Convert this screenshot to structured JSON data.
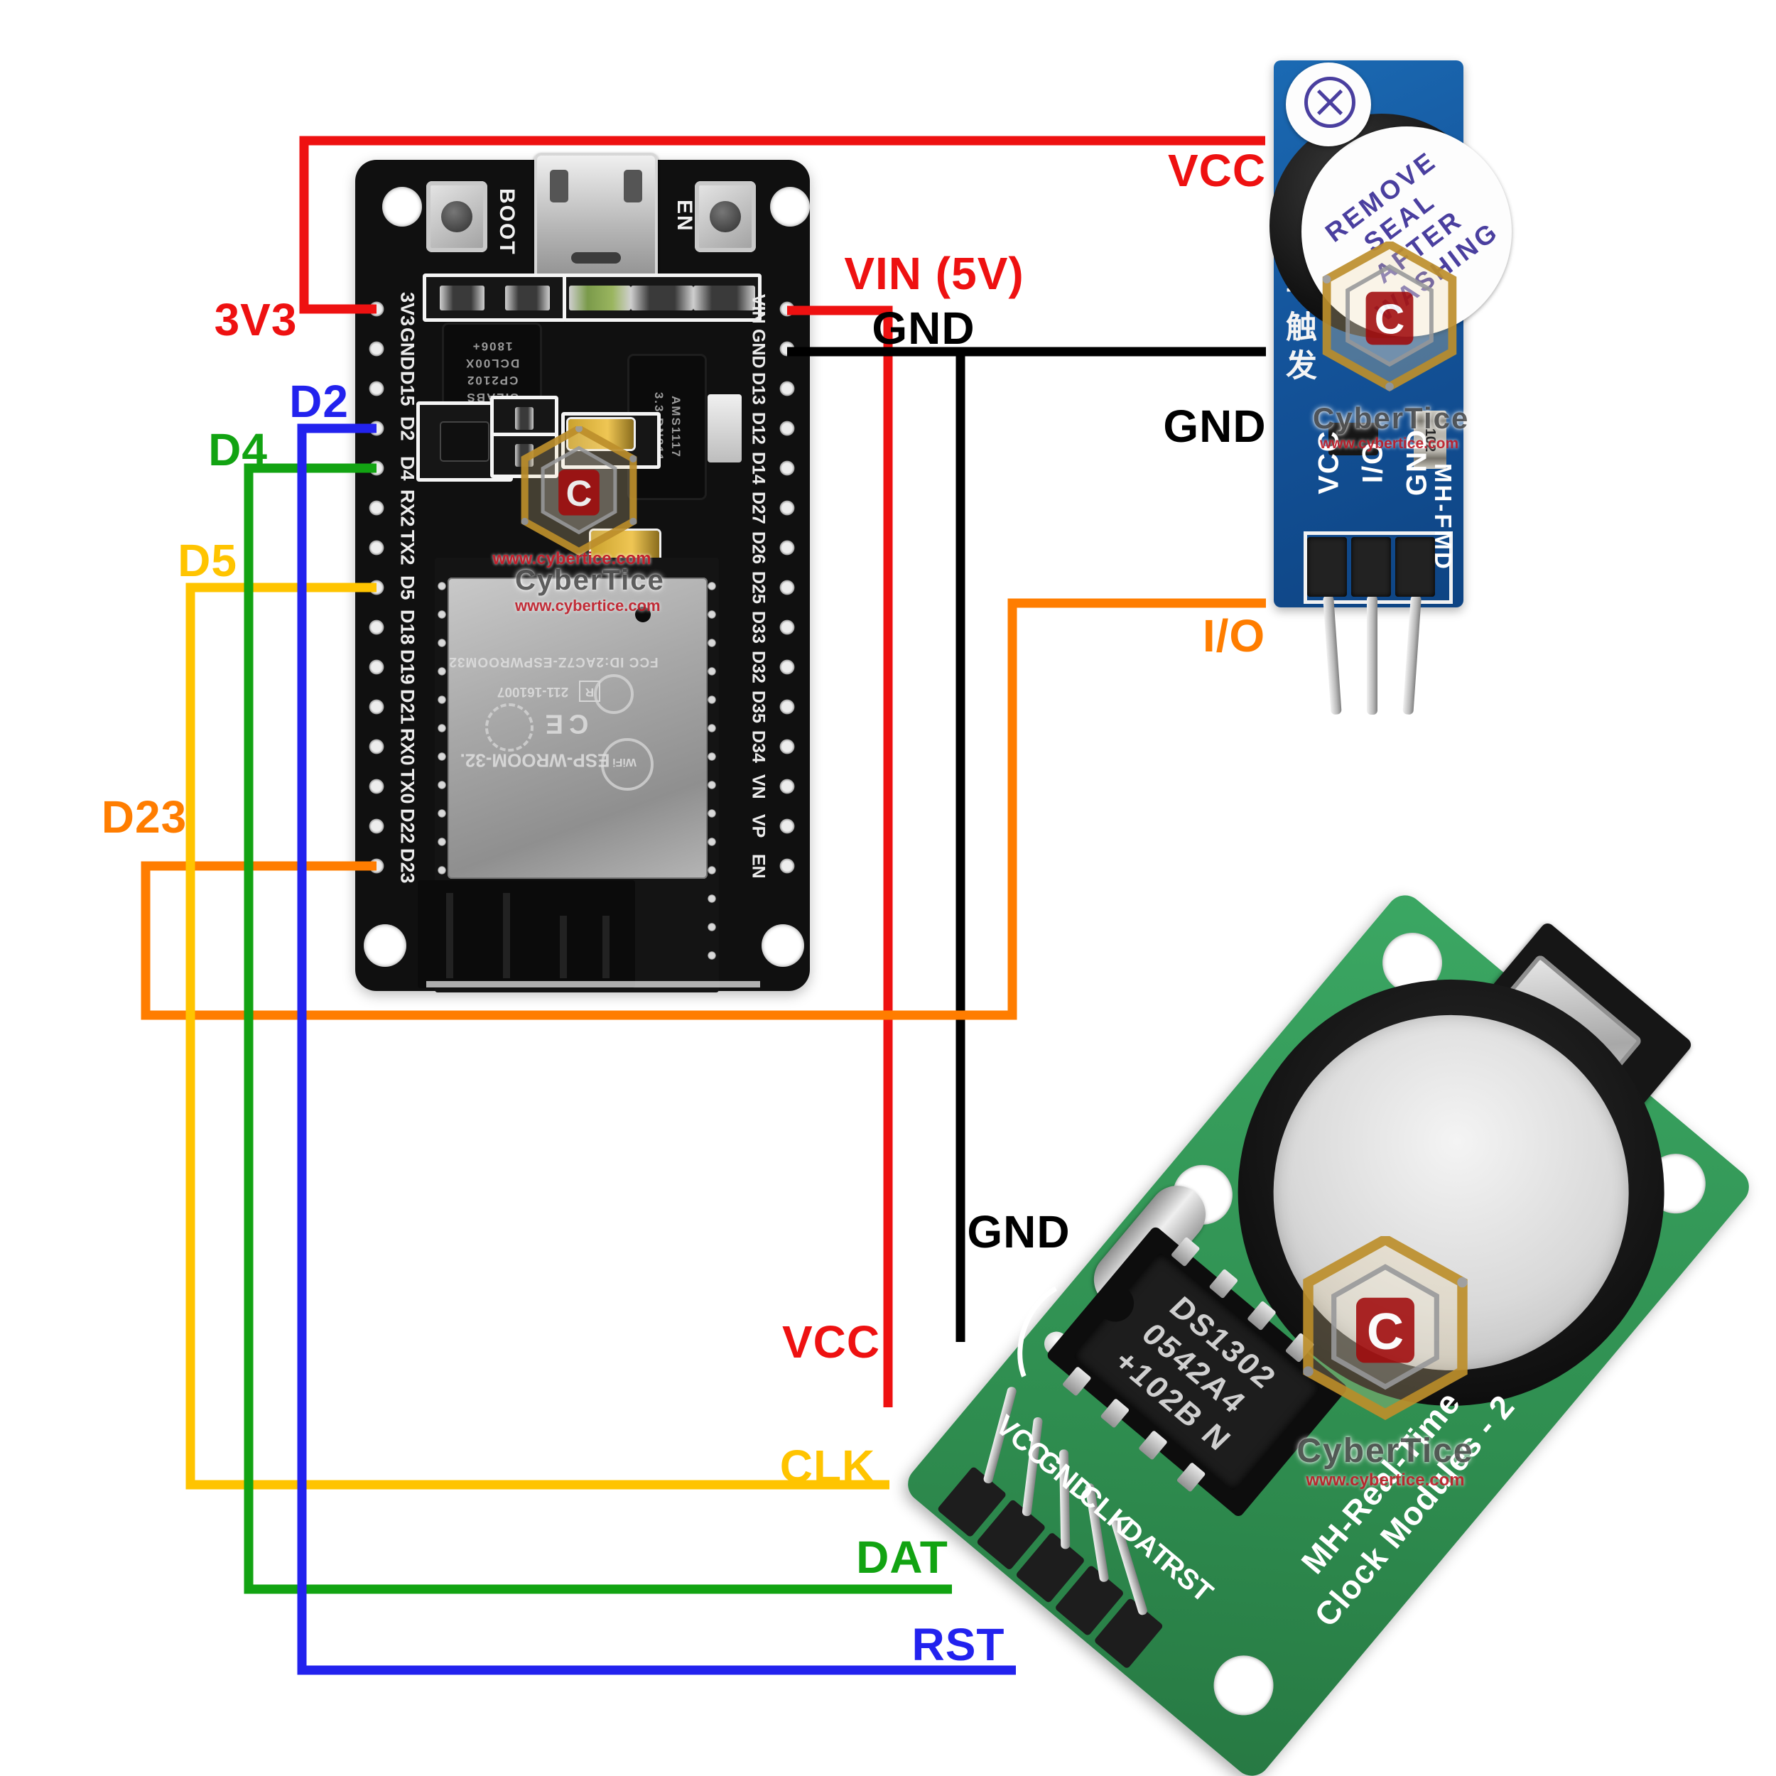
{
  "colors": {
    "red": "#ee1111",
    "black": "#000000",
    "orange": "#ff7d00",
    "yellow": "#ffc400",
    "green": "#12a312",
    "blue": "#2222ee",
    "esp_pcb": "#101010",
    "buzzer_pcb": "#14549b",
    "rtc_pcb": "#2f8e50"
  },
  "wire_labels": {
    "v3v3": "3V3",
    "vin": "VIN (5V)",
    "gnd1": "GND",
    "gnd2": "GND",
    "vcc_buzzer": "VCC",
    "io": "I/O",
    "d2": "D2",
    "d4": "D4",
    "d5": "D5",
    "d23": "D23",
    "gnd3": "GND",
    "vcc_rtc": "VCC",
    "clk": "CLK",
    "dat": "DAT",
    "rst": "RST"
  },
  "esp32": {
    "boot_button": "BOOT",
    "en_button": "EN",
    "left_pins": [
      "3V3",
      "GND",
      "D15",
      "D2",
      "D4",
      "RX2",
      "TX2",
      "D5",
      "D18",
      "D19",
      "D21",
      "RX0",
      "TX0",
      "D22",
      "D23"
    ],
    "right_pins": [
      "VIN",
      "GND",
      "D13",
      "D12",
      "D14",
      "D27",
      "D26",
      "D25",
      "D33",
      "D32",
      "D35",
      "D34",
      "VN",
      "VP",
      "EN"
    ],
    "cp2102_lines": [
      "SILABS",
      "CP2102",
      "DCL00X",
      "1806+"
    ],
    "ams1117_lines": [
      "AMS1117",
      "3.3  DN811"
    ],
    "wroom": {
      "fcc": "FCC ID:2AC7Z-ESPWROOM32",
      "cert": "211-161007",
      "reg": "R",
      "ce": "CE",
      "wifi": "WiFi",
      "name": "ESP-WROOM-32."
    }
  },
  "buzzer": {
    "seal_lines": [
      "REMOVE",
      "SEAL",
      "AFTER",
      "WASHING"
    ],
    "chinese": "低电平触发",
    "pin_labels": [
      "VCC",
      "I/O",
      "GND"
    ],
    "model": "MH-FMD",
    "resistor": "102"
  },
  "rtc": {
    "chip_lines": [
      "DS1302",
      "0542A4",
      "+102B N"
    ],
    "pin_labels": [
      "VCC",
      "GND",
      "CLK",
      "DAT",
      "RST"
    ],
    "silk_line1": "MH-Real-Time",
    "silk_line2": "Clock Modules - 2"
  },
  "watermark": {
    "brand": "CyberTice",
    "url": "www.cybertice.com"
  }
}
